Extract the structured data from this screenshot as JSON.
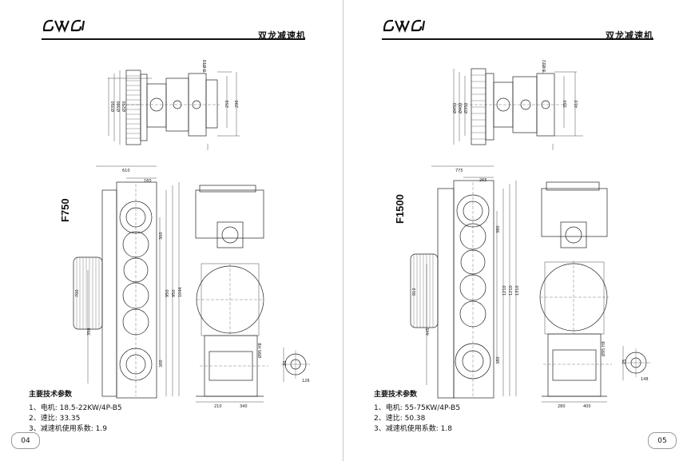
{
  "brand": {
    "name_cn": "双龙减速机"
  },
  "pages": [
    {
      "model": "F750",
      "specs_title": "主要技术参数",
      "specs": [
        "1、电机: 18.5-22KW/4P-B5",
        "2、速比: 33.35",
        "3、减速机使用系数: 1.9"
      ],
      "page_number": "04"
    },
    {
      "model": "F1500",
      "specs_title": "主要技术参数",
      "specs": [
        "1、电机: 55-75KW/4P-B5",
        "2、速比: 50.38",
        "3、减速机使用系数: 1.8"
      ],
      "page_number": "05"
    }
  ]
}
